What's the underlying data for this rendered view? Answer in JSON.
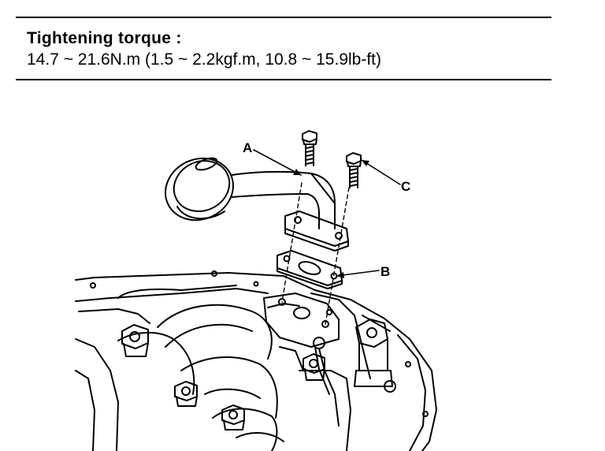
{
  "spec": {
    "title": "Tightening torque :",
    "value": "14.7 ~ 21.6N.m (1.5 ~ 2.2kgf.m, 10.8 ~ 15.9lb-ft)"
  },
  "callouts": {
    "a": "A",
    "b": "B",
    "c": "C"
  }
}
